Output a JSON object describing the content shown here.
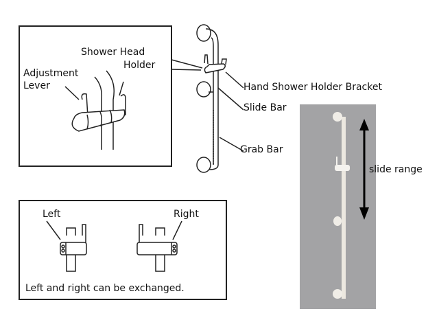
{
  "detail": {
    "shower_head_holder": [
      "Shower Head",
      "Holder"
    ],
    "adjustment_lever": [
      "Adjustment",
      "Lever"
    ]
  },
  "parts": {
    "bracket": "Hand Shower Holder Bracket",
    "slide_bar": "Slide Bar",
    "grab_bar": "Grab Bar"
  },
  "orientation": {
    "left": "Left",
    "right": "Right",
    "note": "Left and right can be exchanged."
  },
  "photo": {
    "slide_range": "slide range"
  },
  "colors": {
    "photo_bg": "#a3a3a5",
    "bar": "#ece8e0",
    "line": "#222222"
  }
}
